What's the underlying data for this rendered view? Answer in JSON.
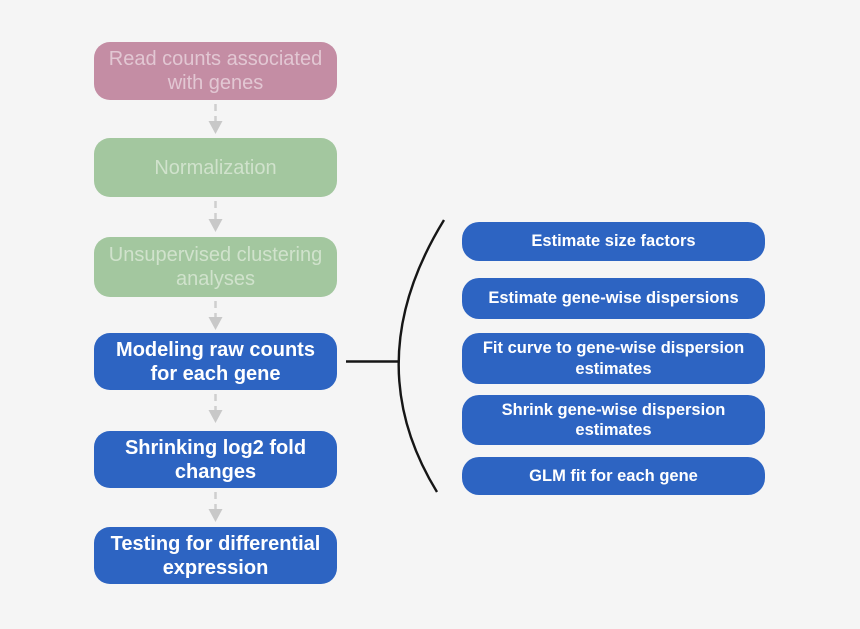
{
  "colors": {
    "background": "#f5f5f5",
    "pink_box": "#c48da4",
    "pink_text": "#e2c7d3",
    "green_box": "#a3c79f",
    "green_text": "#d0e2cc",
    "blue_box": "#2d64c2",
    "blue_text": "#ffffff",
    "arrow_gray": "#cccccc",
    "brace_black": "#161616"
  },
  "flow": {
    "main_steps": [
      {
        "id": "read-counts",
        "label": "Read counts associated with genes",
        "style": "pink"
      },
      {
        "id": "normalization",
        "label": "Normalization",
        "style": "green"
      },
      {
        "id": "unsupervised-clustering",
        "label": "Unsupervised clustering analyses",
        "style": "green"
      },
      {
        "id": "modeling-raw-counts",
        "label": "Modeling raw counts for each gene",
        "style": "blue"
      },
      {
        "id": "shrinking-log2-fold-changes",
        "label": "Shrinking log2 fold changes",
        "style": "blue"
      },
      {
        "id": "testing-differential-expression",
        "label": "Testing for differential expression",
        "style": "blue"
      }
    ],
    "sub_steps": [
      {
        "id": "estimate-size-factors",
        "label": "Estimate size factors"
      },
      {
        "id": "estimate-gene-wise-dispersions",
        "label": "Estimate gene-wise dispersions"
      },
      {
        "id": "fit-curve-gene-wise-dispersion",
        "label": "Fit curve to gene-wise dispersion estimates"
      },
      {
        "id": "shrink-gene-wise-dispersion",
        "label": "Shrink gene-wise dispersion estimates"
      },
      {
        "id": "glm-fit-each-gene",
        "label": "GLM fit for each gene"
      }
    ]
  }
}
